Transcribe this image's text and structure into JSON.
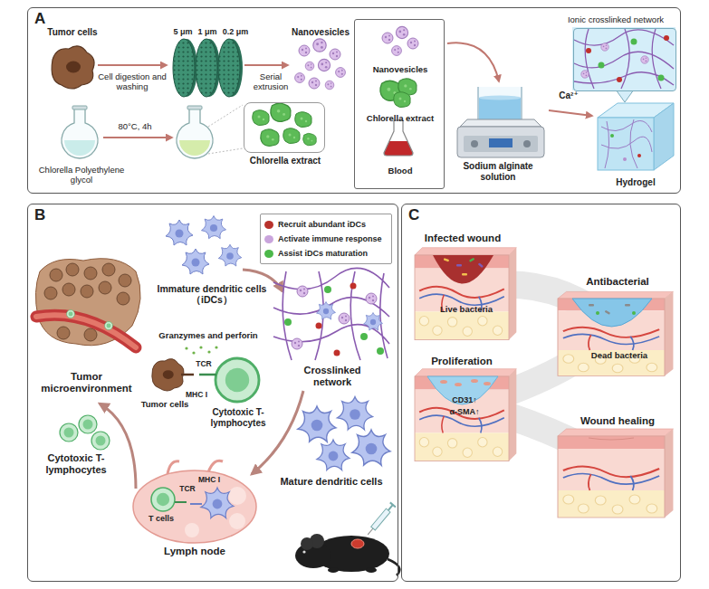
{
  "diagram": {
    "nodes": [
      {
        "text": [
          "A"
        ]
      },
      {
        "text": [
          "Chlorella extract"
        ],
        "in": 0
      },
      {
        "text": [
          "Nanovesicles",
          "Chlorella extract",
          "Blood"
        ],
        "in": 0
      },
      {
        "text": [
          "Ionic crosslinked network"
        ],
        "in": 0
      },
      {
        "text": [
          "B"
        ]
      },
      {
        "text": [
          "C"
        ]
      }
    ],
    "labels": [
      "Tumor cells",
      "Cell digestion and washing",
      "5 μm",
      "1 μm",
      "0.2 μm",
      "Serial extrusion",
      "Nanovesicles",
      "80°C, 4h",
      "Chlorella Polyethylene glycol",
      "Sodium alginate solution",
      "Ca²⁺",
      "Hydrogel",
      "Immature dendritic cells（iDCs）",
      "Crosslinked network",
      "Mature dendritic cells",
      "Granzymes and perforin",
      "TCR",
      "MHC I",
      "Tumor cells",
      "Cytotoxic T-lymphocytes",
      "Tumor microenvironment",
      "Cytotoxic T-lymphocytes",
      "TCR",
      "MHC I",
      "T cells",
      "Lymph node",
      "Infected wound",
      "Live bacteria",
      "Antibacterial",
      "Dead bacteria",
      "Proliferation",
      "CD31↑",
      "α-SMA↑",
      "Wound healing"
    ],
    "legend": [
      {
        "text": "Recruit abundant iDCs",
        "color": "#b8322c"
      },
      {
        "text": "Activate immune response",
        "color": "#c9a4dc"
      },
      {
        "text": "Assist iDCs maturation",
        "color": "#4cb84a"
      }
    ]
  }
}
